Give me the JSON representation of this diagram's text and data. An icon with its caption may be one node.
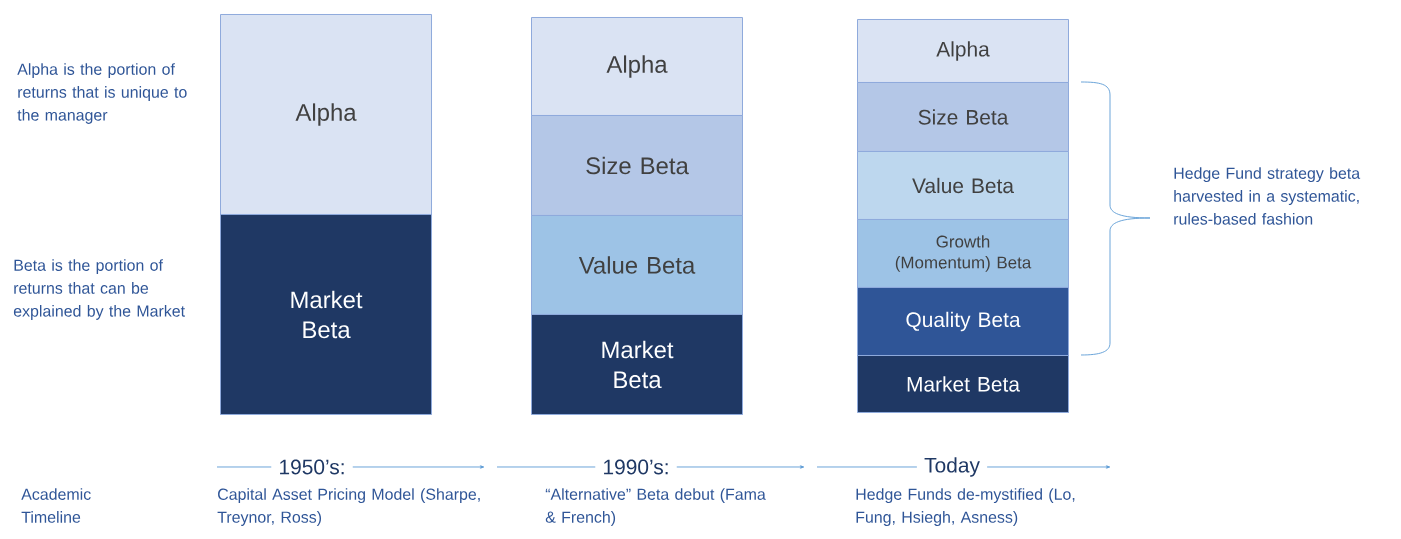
{
  "diagram": {
    "nodes": [
      {
        "text": [
          "Alpha"
        ]
      },
      {
        "text": [
          "Market Beta"
        ]
      },
      {
        "text": [
          "Alpha"
        ]
      },
      {
        "text": [
          "Size Beta"
        ]
      },
      {
        "text": [
          "Value Beta"
        ]
      },
      {
        "text": [
          "Market Beta"
        ]
      },
      {
        "text": [
          "Alpha"
        ]
      },
      {
        "text": [
          "Size Beta"
        ]
      },
      {
        "text": [
          "Value Beta"
        ]
      },
      {
        "text": [
          "Growth (Momentum) Beta"
        ]
      },
      {
        "text": [
          "Quality Beta"
        ]
      },
      {
        "text": [
          "Market Beta"
        ]
      }
    ],
    "labels": [
      "Alpha is the portion of returns that is unique to the manager",
      "Beta is the portion of returns that can be explained by the Market",
      "Hedge Fund strategy beta harvested in a systematic, rules-based fashion",
      "1950’s:",
      "1990’s:",
      "Today",
      "Academic Timeline",
      "Capital Asset Pricing Model (Sharpe, Treynor, Ross)",
      "“Alternative” Beta debut (Fama & French)",
      "Hedge Funds de-mystified (Lo, Fung, Hsiegh, Asness)"
    ]
  }
}
